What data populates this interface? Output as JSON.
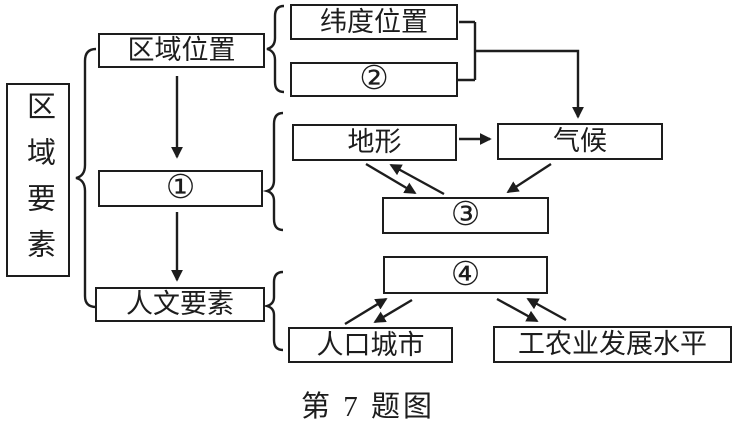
{
  "colors": {
    "stroke": "#1d1d1d",
    "background": "#ffffff"
  },
  "nodes": {
    "root": "区域要素",
    "location": "区域位置",
    "latitude": "纬度位置",
    "blank2": "②",
    "blank1": "①",
    "terrain": "地形",
    "climate": "气候",
    "blank3": "③",
    "human": "人文要素",
    "blank4": "④",
    "population": "人口城市",
    "industry": "工农业发展水平"
  },
  "caption": "第 7 题图"
}
